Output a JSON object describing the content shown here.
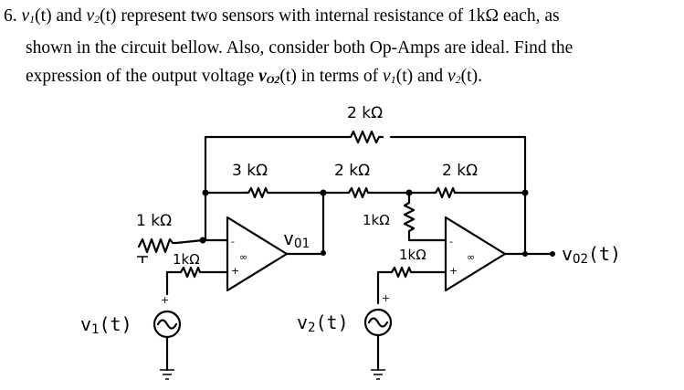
{
  "problem": {
    "number": "6.",
    "v1": "v",
    "v1_sub": "1",
    "t": "(t)",
    "and": "and",
    "v2": "v",
    "v2_sub": "2",
    "line1_rest": "represent two sensors with internal resistance of 1kΩ each, as",
    "line2": "shown in the circuit bellow. Also, consider both Op-Amps are ideal. Find the",
    "line3_pre": "expression of the output voltage",
    "vo": "v",
    "vo_sub": "O2",
    "line3_mid": "in terms of",
    "period": "."
  },
  "circuit": {
    "r_feedback_top": "2 kΩ",
    "r_3k": "3 kΩ",
    "r_mid_2k": "2 kΩ",
    "r_right_2k": "2 kΩ",
    "r_left_1k": "1 kΩ",
    "r_in1": "1kΩ",
    "r_mid_1k": "1kΩ",
    "r_in2": "1kΩ",
    "vo1_label": "v",
    "vo1_sub": "O1",
    "vo2_label": "v",
    "vo2_sub": "O2",
    "vo2_t": "(t)",
    "v1_label": "v",
    "v1_sub": "1",
    "v1_t": "(t)",
    "v2_label": "v",
    "v2_sub": "2",
    "v2_t": "(t)",
    "opamp_minus": "-",
    "opamp_plus": "+",
    "opamp_inf": "∞"
  }
}
